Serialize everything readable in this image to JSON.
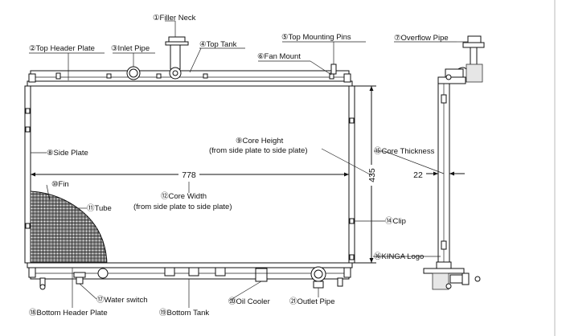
{
  "labels": {
    "filler_neck": "①Filler Neck",
    "top_header_plate": "②Top Header Plate",
    "inlet_pipe": "③Inlet Pipe",
    "top_tank": "④Top Tank",
    "top_mounting_pins": "⑤Top Mounting Pins",
    "fan_mount": "⑥Fan Mount",
    "overflow_pipe": "⑦Overflow Pipe",
    "side_plate": "⑧Side Plate",
    "core_height": "⑨Core Height",
    "core_height_note": "(from side plate to side plate)",
    "fin": "⑩Fin",
    "tube": "⑪Tube",
    "core_width": "⑫Core Width",
    "core_width_note": "(from side plate to side plate)",
    "clip": "⑭Clip",
    "core_thickness": "⑮Core Thickness",
    "kinga_logo": "⑯KINGA Logo",
    "water_switch": "⑰Water switch",
    "bottom_header_plate": "⑱Bottom Header Plate",
    "bottom_tank": "⑲Bottom Tank",
    "oil_cooler": "⑳Oil Cooler",
    "outlet_pipe": "㉑Outlet Pipe"
  },
  "dimensions": {
    "width": "778",
    "height": "435",
    "thickness": "22"
  }
}
